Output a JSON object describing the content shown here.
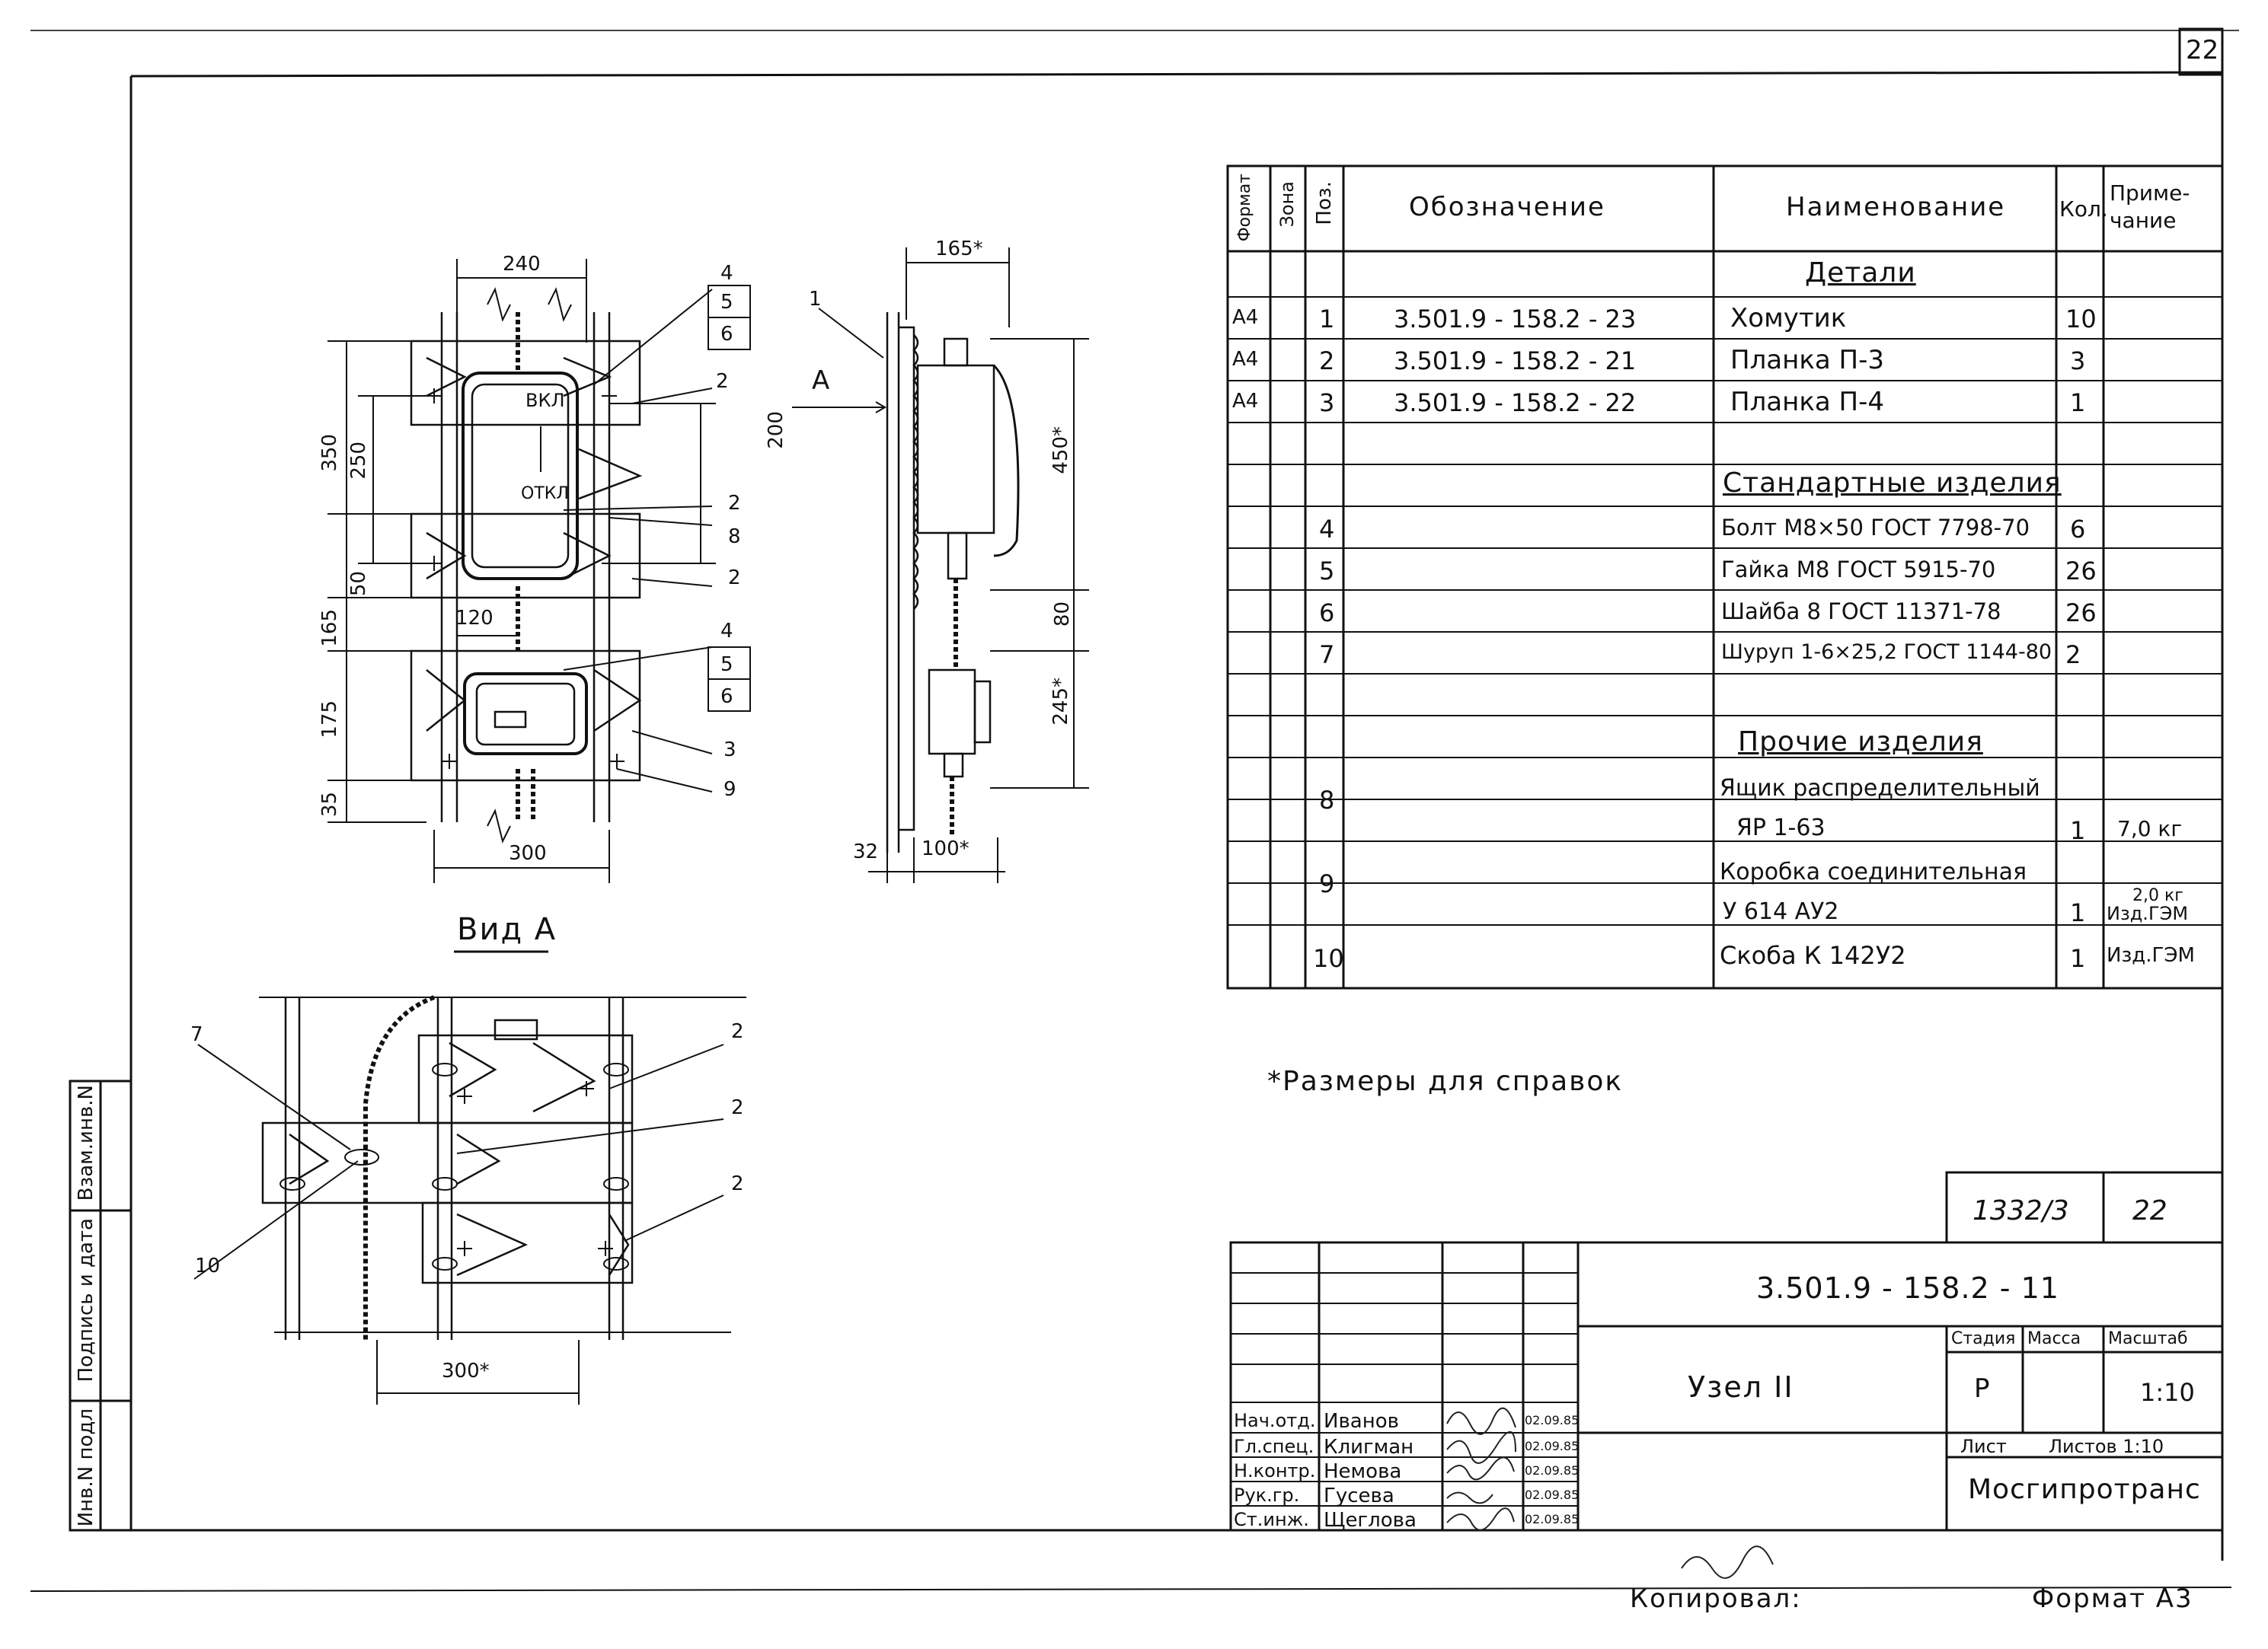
{
  "sheet": {
    "corner_number": "22",
    "footer_copied_label": "Копировал:",
    "footer_format": "Формат А3",
    "note": "*Размеры для справок"
  },
  "left_margin": {
    "inv_podl": "Инв.N подл",
    "podpis_data": "Подпись и дата",
    "vzam_inv": "Взам.инв.N"
  },
  "spec_table": {
    "headers": {
      "format": "Формат",
      "zona": "Зона",
      "poz": "Поз.",
      "oboznachenie": "Обозначение",
      "naimenovanie": "Наименование",
      "kol": "Кол.",
      "primechanie": "Приме-чание"
    },
    "section_details": "Детали",
    "section_standard": "Стандартные изделия",
    "section_other": "Прочие изделия",
    "rows_details": [
      {
        "format": "А4",
        "poz": "1",
        "oboz": "3.501.9 - 158.2 - 23",
        "name": "Хомутик",
        "kol": "10",
        "prim": ""
      },
      {
        "format": "А4",
        "poz": "2",
        "oboz": "3.501.9 - 158.2 - 21",
        "name": "Планка П-3",
        "kol": "3",
        "prim": ""
      },
      {
        "format": "А4",
        "poz": "3",
        "oboz": "3.501.9 - 158.2 - 22",
        "name": "Планка П-4",
        "kol": "1",
        "prim": ""
      }
    ],
    "rows_standard": [
      {
        "poz": "4",
        "name": "Болт М8×50 ГОСТ 7798-70",
        "kol": "6"
      },
      {
        "poz": "5",
        "name": "Гайка М8 ГОСТ 5915-70",
        "kol": "26"
      },
      {
        "poz": "6",
        "name": "Шайба 8 ГОСТ 11371-78",
        "kol": "26"
      },
      {
        "poz": "7",
        "name": "Шуруп 1-6×25,2 ГОСТ 1144-80",
        "kol": "2"
      }
    ],
    "rows_other": [
      {
        "poz": "8",
        "name1": "Ящик распределительный",
        "name2": "ЯР 1-63",
        "kol": "1",
        "prim": "7,0 кг"
      },
      {
        "poz": "9",
        "name1": "Коробка соединительная",
        "name2": "У 614 АУ2",
        "kol": "1",
        "prim1": "2,0 кг",
        "prim2": "Изд.ГЭМ"
      },
      {
        "poz": "10",
        "name1": "Скоба К 142У2",
        "kol": "1",
        "prim": "Изд.ГЭМ"
      }
    ]
  },
  "title_block": {
    "doc_number_top": "1332/3",
    "sheet_top": "22",
    "designation": "3.501.9 - 158.2 - 11",
    "title": "Узел II",
    "stadia_label": "Стадия",
    "massa_label": "Масса",
    "masshtab_label": "Масштаб",
    "stadia": "Р",
    "masshtab": "1:10",
    "list_label": "Лист",
    "listov_label": "Листов 1:10",
    "organization": "Мосгипротранс",
    "people": [
      {
        "role": "Нач.отд.",
        "name": "Иванов",
        "date": "02.09.85"
      },
      {
        "role": "Гл.спец.",
        "name": "Клигман",
        "date": "02.09.85"
      },
      {
        "role": "Н.контр.",
        "name": "Немова",
        "date": "02.09.85"
      },
      {
        "role": "Рук.гр.",
        "name": "Гусева",
        "date": "02.09.85"
      },
      {
        "role": "Ст.инж.",
        "name": "Щеглова",
        "date": "02.09.85"
      }
    ]
  },
  "drawing": {
    "view_a_title": "Вид А",
    "view_a_label": "А",
    "front_dims": {
      "w240": "240",
      "h350": "350",
      "h250": "250",
      "h200": "200",
      "h50": "50",
      "h165": "165",
      "w120": "120",
      "h175": "175",
      "h35": "35",
      "w300": "300"
    },
    "front_labels": {
      "vkl": "ВКЛ",
      "otkl": "ОТКЛ",
      "p4a": "4",
      "p5a": "5",
      "p6a": "6",
      "p2a": "2",
      "p2b": "2",
      "p8": "8",
      "p2c": "2",
      "p4b": "4",
      "p5b": "5",
      "p6b": "6",
      "p3": "3",
      "p9": "9"
    },
    "side_dims": {
      "w165": "165*",
      "h450": "450*",
      "h80": "80",
      "h245": "245*",
      "w32": "32",
      "w100": "100*",
      "p1": "1"
    },
    "view_a_labels": {
      "p7": "7",
      "p10": "10",
      "p2a": "2",
      "p2b": "2",
      "p2c": "2",
      "w300": "300*"
    }
  }
}
